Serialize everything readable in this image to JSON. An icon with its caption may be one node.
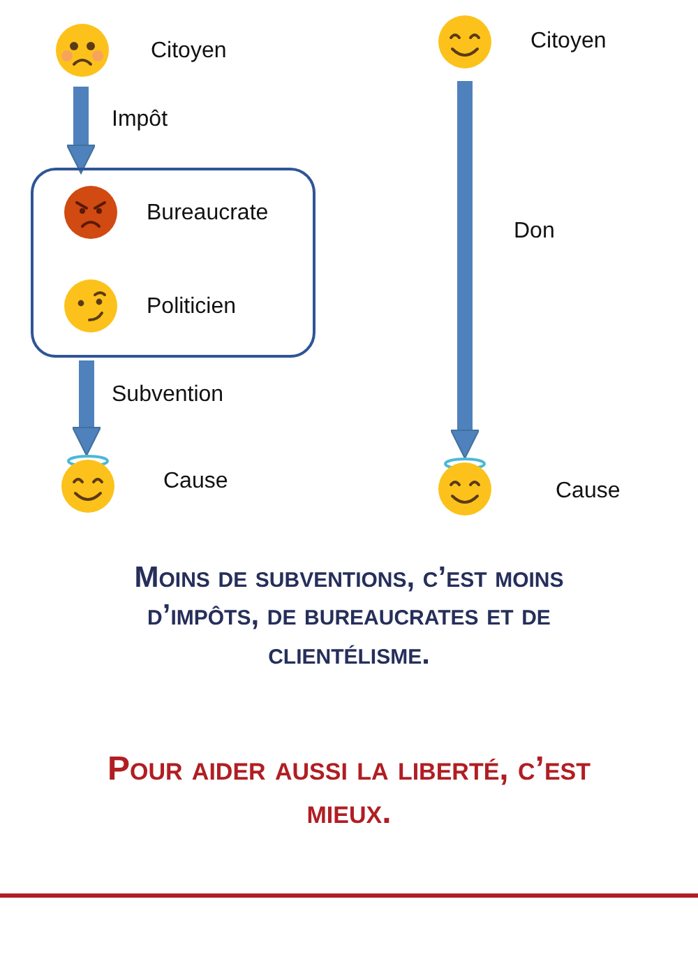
{
  "diagram": {
    "nodes": [
      {
        "text": [
          "Citoyen"
        ]
      },
      {
        "text": [],
        "shape": "box"
      },
      {
        "text": [
          "Bureaucrate"
        ],
        "in": 1
      },
      {
        "text": [
          "Politicien"
        ],
        "in": 1
      },
      {
        "text": [
          "Cause"
        ]
      },
      {
        "text": [
          "Citoyen"
        ]
      },
      {
        "text": [
          "Cause"
        ]
      }
    ],
    "edges": [
      {
        "from": 0,
        "to": 1,
        "arrow": "to",
        "label": "Impôt"
      },
      {
        "from": 1,
        "to": 4,
        "arrow": "to",
        "label": "Subvention"
      },
      {
        "from": 5,
        "to": 6,
        "arrow": "to",
        "label": "Don"
      }
    ],
    "labels": [
      "Moins de subventions, c’est moins d’impôts, de bureaucrates et de clientélisme.",
      "Pour aider aussi la liberté, c’est mieux."
    ]
  }
}
